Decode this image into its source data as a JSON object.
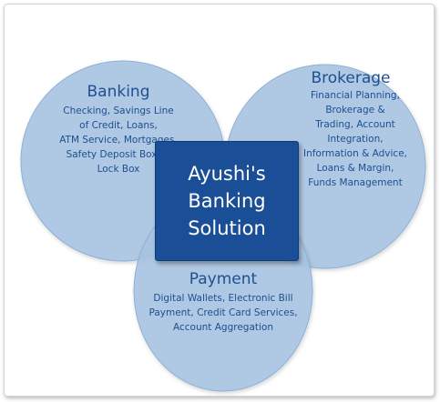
{
  "diagram": {
    "colors": {
      "ellipse_fill": "#a9c4e2",
      "ellipse_stroke": "#8fb0d6",
      "text": "#1d4f91",
      "center_fill": "#1a4e96",
      "center_text": "#ffffff"
    },
    "center": {
      "label": "Ayushi's\nBanking\nSolution"
    },
    "banking": {
      "title": "Banking",
      "desc": [
        "Checking, Savings Line",
        "of Credit, Loans,",
        "ATM Service, Mortgages,",
        "Safety Deposit Boxes,",
        "Lock Box"
      ]
    },
    "brokerage": {
      "title": "Brokerage",
      "desc": [
        "Financial Planning,",
        "Brokerage &",
        "Trading, Account",
        "Integration,",
        "Information & Advice,",
        "Loans & Margin,",
        "Funds Management"
      ]
    },
    "payment": {
      "title": "Payment",
      "desc": [
        "Digital Wallets, Electronic Bill",
        "Payment, Credit Card Services,",
        "Account Aggregation"
      ]
    }
  }
}
